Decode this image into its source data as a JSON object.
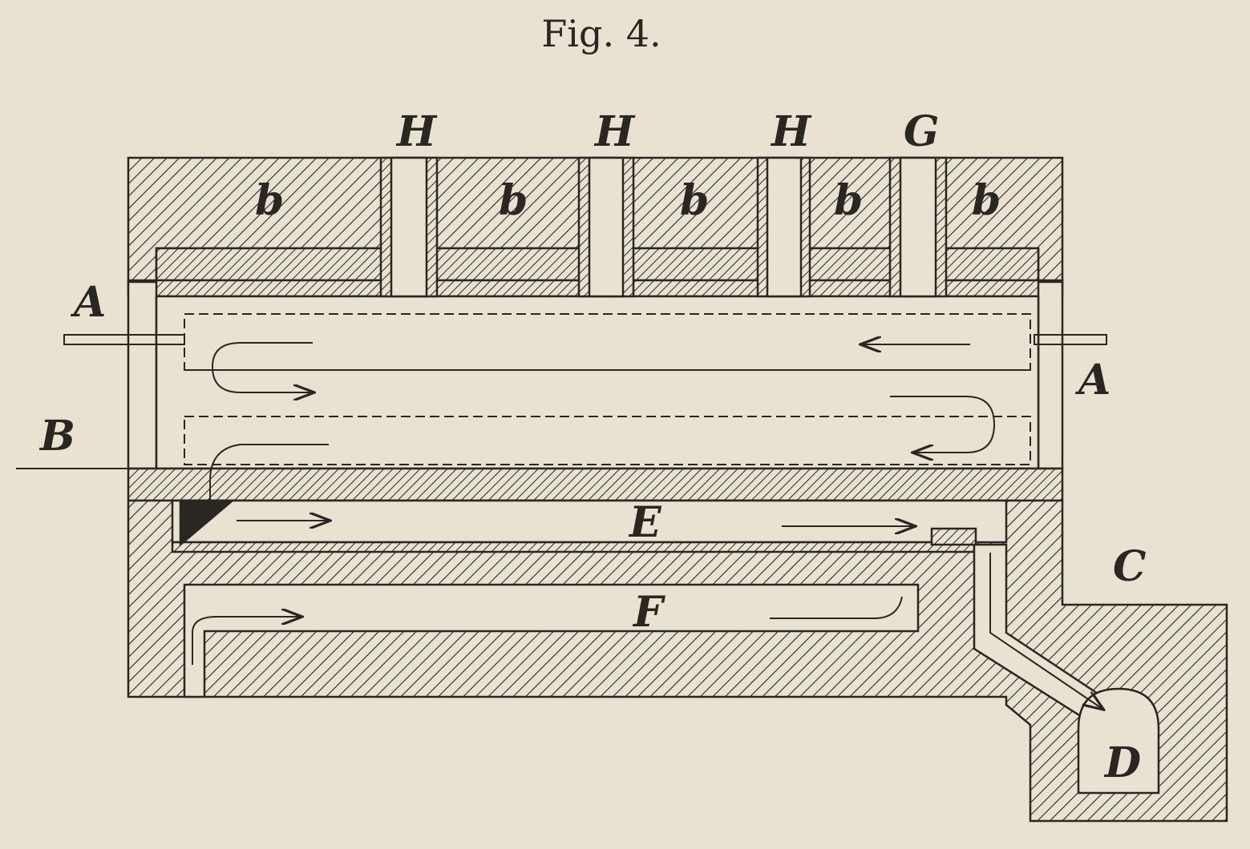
{
  "figure": {
    "title": "Fig. 4.",
    "labels": {
      "pipe_1": "H",
      "pipe_2": "H",
      "pipe_3": "H",
      "pipe_4": "G",
      "block": "b",
      "left_A": "A",
      "right_A": "A",
      "B": "B",
      "E": "E",
      "F": "F",
      "C": "C",
      "D": "D"
    },
    "colors": {
      "paper": "#e9e2d3",
      "ink": "#2a2622"
    }
  }
}
